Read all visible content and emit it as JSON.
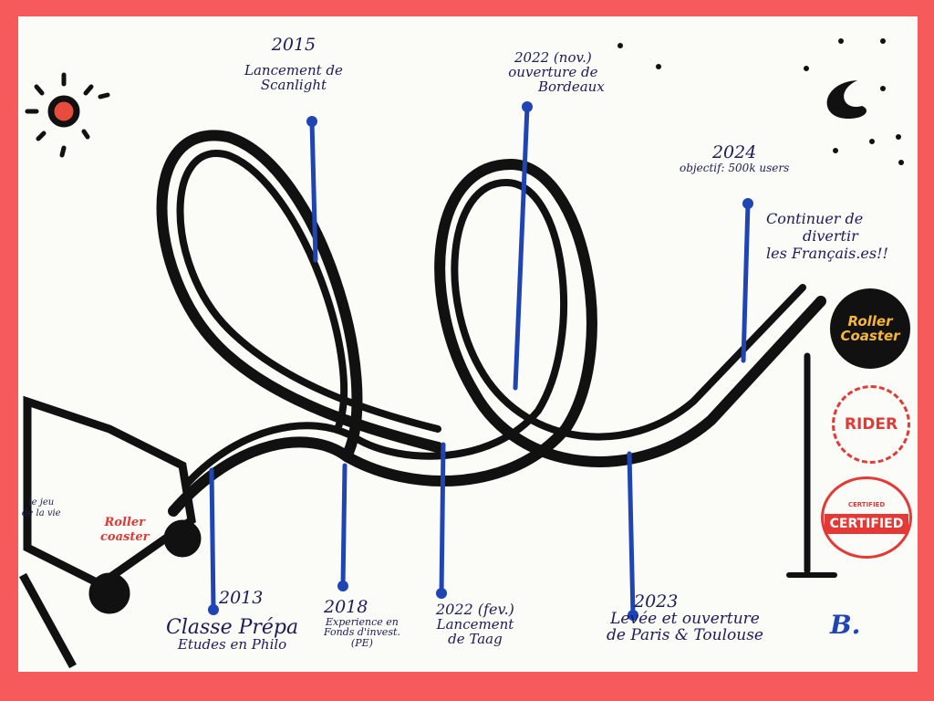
{
  "events": [
    {
      "year": "2013",
      "lines": [
        "Classe Prépa",
        "Etudes en Philo"
      ]
    },
    {
      "year": "2015",
      "lines": [
        "Lancement de",
        "Scanlight"
      ]
    },
    {
      "year": "2018",
      "lines": [
        "Experience en",
        "Fonds d'invest.",
        "(PE)"
      ]
    },
    {
      "year": "2022 (fev.)",
      "lines": [
        "Lancement",
        "de Taag"
      ]
    },
    {
      "year": "2022 (nov.)",
      "lines": [
        "ouverture de",
        "Bordeaux"
      ]
    },
    {
      "year": "2023",
      "lines": [
        "Levée et ouverture",
        "de Paris & Toulouse"
      ]
    },
    {
      "year": "2024",
      "lines": [
        "objectif: 500k users"
      ]
    }
  ],
  "slogan": [
    "Continuer de",
    "divertir",
    "les Français.es!!"
  ],
  "cart": {
    "label": [
      "Roller",
      "coaster"
    ],
    "side_note": [
      "le jeu",
      "de la vie"
    ]
  },
  "badges": {
    "logo": [
      "Roller",
      "Coaster"
    ],
    "rider": "RIDER",
    "certified": "CERTIFIED",
    "certified_ring": "CERTIFIED"
  },
  "signature": "B.",
  "colors": {
    "border": "#f75a5a",
    "ink": "#1d1a5c",
    "stem": "#1f45b5",
    "track": "#111111"
  }
}
